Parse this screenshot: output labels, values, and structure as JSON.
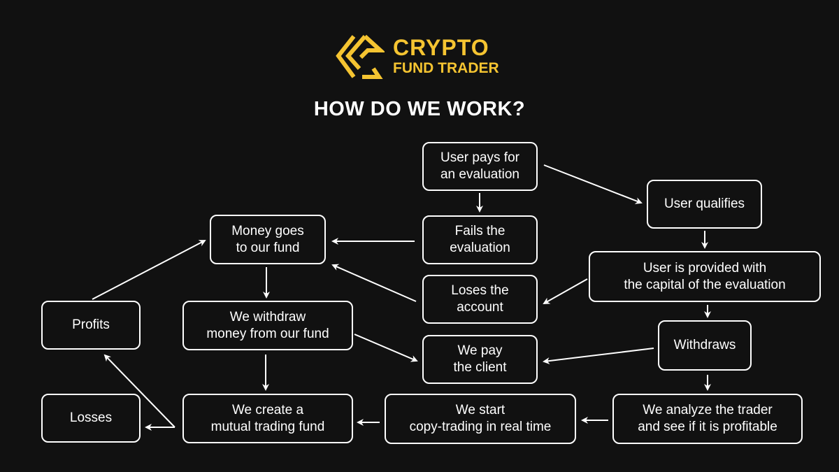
{
  "brand": {
    "line1": "CRYPTO",
    "line2": "FUND TRADER",
    "accent_color": "#f5c431",
    "icon": "crypto-fund-trader-logo-icon"
  },
  "title": "HOW DO WE WORK?",
  "colors": {
    "background": "#111111",
    "stroke": "#ffffff",
    "text": "#ffffff"
  },
  "nodes": {
    "user_pays": "User pays for\nan evaluation",
    "user_qualifies": "User qualifies",
    "fails_evaluation": "Fails the\nevaluation",
    "money_goes": "Money goes\nto our fund",
    "provided_capital": "User is provided with\nthe capital of the evaluation",
    "loses_account": "Loses the\naccount",
    "withdraw_money": "We withdraw\nmoney from our fund",
    "profits": "Profits",
    "withdraws": "Withdraws",
    "we_pay_client": "We pay\nthe client",
    "losses": "Losses",
    "mutual_fund": "We create a\nmutual trading fund",
    "copy_trading": "We start\ncopy-trading in real time",
    "analyze_trader": "We analyze the trader\nand see if it is profitable"
  },
  "edges": [
    {
      "from": "user_pays",
      "to": "fails_evaluation"
    },
    {
      "from": "user_pays",
      "to": "user_qualifies"
    },
    {
      "from": "user_qualifies",
      "to": "provided_capital"
    },
    {
      "from": "fails_evaluation",
      "to": "money_goes"
    },
    {
      "from": "loses_account",
      "to": "money_goes"
    },
    {
      "from": "provided_capital",
      "to": "loses_account"
    },
    {
      "from": "provided_capital",
      "to": "withdraws"
    },
    {
      "from": "money_goes",
      "to": "withdraw_money"
    },
    {
      "from": "withdraw_money",
      "to": "we_pay_client"
    },
    {
      "from": "withdraw_money",
      "to": "mutual_fund"
    },
    {
      "from": "withdraws",
      "to": "we_pay_client"
    },
    {
      "from": "withdraws",
      "to": "analyze_trader"
    },
    {
      "from": "analyze_trader",
      "to": "copy_trading"
    },
    {
      "from": "copy_trading",
      "to": "mutual_fund"
    },
    {
      "from": "mutual_fund",
      "to": "losses"
    },
    {
      "from": "mutual_fund",
      "to": "profits"
    },
    {
      "from": "profits",
      "to": "money_goes"
    }
  ]
}
